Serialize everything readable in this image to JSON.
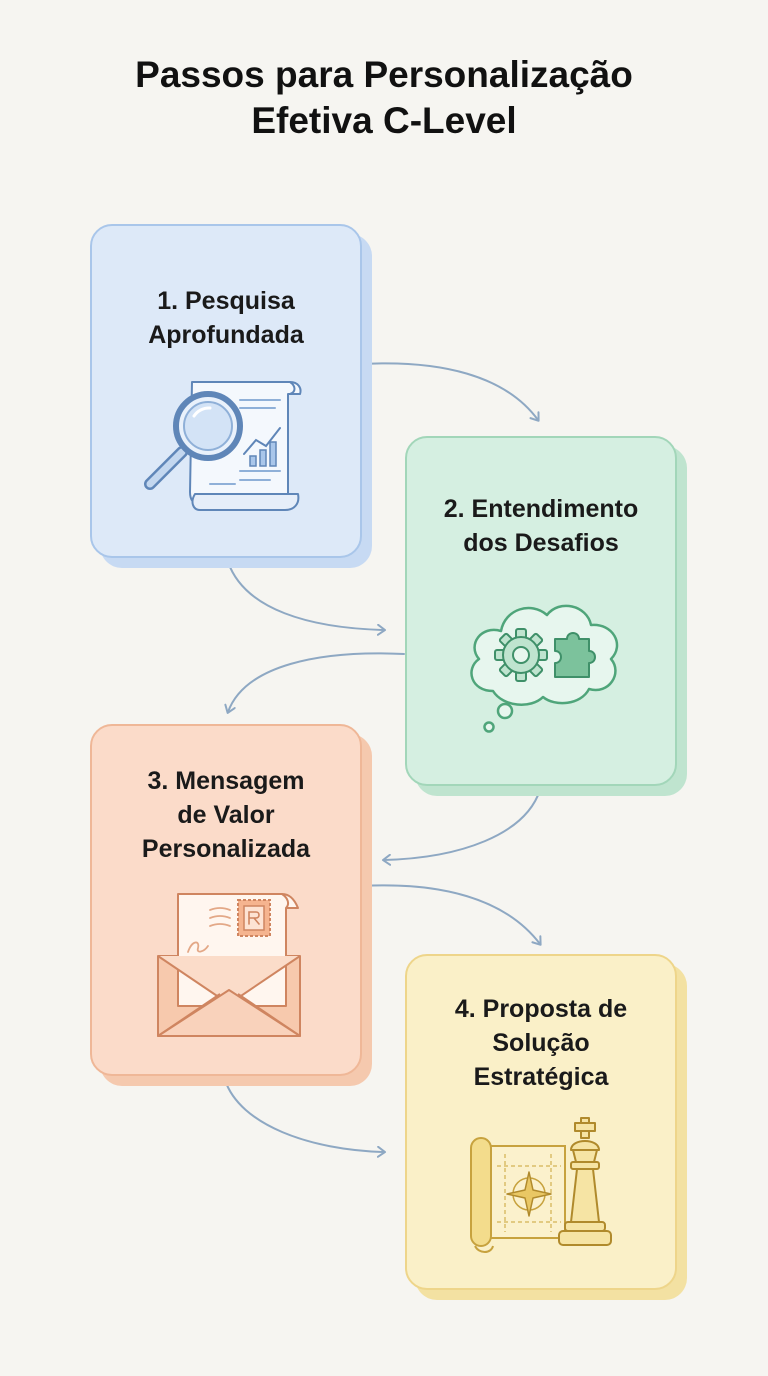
{
  "title": {
    "line1": "Passos para Personalização",
    "line2": "Efetiva C-Level"
  },
  "steps": [
    {
      "line1": "1. Pesquisa",
      "line2": "Aprofundada",
      "icon": "magnifier-document-icon",
      "color": "#dde9f8"
    },
    {
      "line1": "2. Entendimento",
      "line2": "dos Desafios",
      "icon": "thought-cloud-gear-puzzle-icon",
      "color": "#d5efe1"
    },
    {
      "line1": "3. Mensagem",
      "line2": "de Valor",
      "line3": "Personalizada",
      "icon": "envelope-letter-icon",
      "color": "#fbdbc9"
    },
    {
      "line1": "4. Proposta de",
      "line2": "Solução",
      "line3": "Estratégica",
      "icon": "chess-king-map-icon",
      "color": "#faf0c8"
    }
  ],
  "colors": {
    "background": "#f6f5f1",
    "arrow": "#8ea8c3",
    "title": "#111111"
  }
}
